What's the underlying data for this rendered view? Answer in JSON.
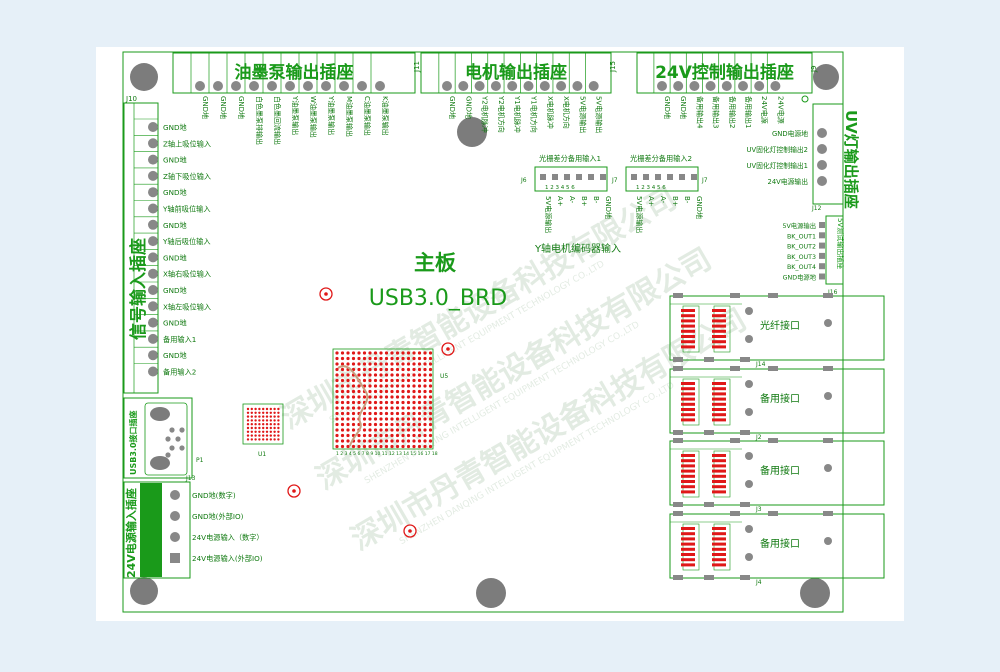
{
  "board": {
    "title": "主板",
    "subtitle": "USB3.0_BRD",
    "watermark_line1": "深圳市丹青智能设备科技有限公司",
    "watermark_line2": "SHENZHEN DANQING INTELLIGENT EQUIPMENT TECHNOLOGY CO.,LTD"
  },
  "top_headers": [
    {
      "title": "油墨泵输出插座",
      "ref": "J11",
      "pins": [
        "GND地",
        "GND地",
        "GND地",
        "白色墨泵排输出",
        "白色墨回流输出",
        "Y油墨泵输出",
        "W油墨泵输出",
        "Y油墨泵输出",
        "M油墨泵输出",
        "C油墨泵输出",
        "K油墨泵输出"
      ]
    },
    {
      "title": "电机输出插座",
      "ref": "J15",
      "pins": [
        "GND地",
        "GND地",
        "Y2电机脉冲",
        "Y2电机方向",
        "Y1电机脉冲",
        "Y1电机方向",
        "X电机脉冲",
        "X电机方向",
        "5V电源输出",
        "5V电源输出"
      ]
    },
    {
      "title": "24V控制输出插座",
      "ref": "J9",
      "pins": [
        "GND地",
        "GND地",
        "备用输出4",
        "备用输出3",
        "备用输出2",
        "备用输出1",
        "24V电源",
        "24V电源"
      ]
    }
  ],
  "left_header": {
    "title": "信号输入插座",
    "ref": "J10",
    "pins": [
      "GND地",
      "Z轴上吸位输入",
      "GND地",
      "Z轴下吸位输入",
      "GND地",
      "Y轴前吸位输入",
      "GND地",
      "Y轴后吸位输入",
      "GND地",
      "X轴右吸位输入",
      "GND地",
      "X轴左吸位输入",
      "GND地",
      "备用输入1",
      "GND地",
      "备用输入2"
    ]
  },
  "usb_conn": {
    "title": "USB3.0接口插座",
    "ref": "P1"
  },
  "power_in": {
    "title": "24V电源输入插座",
    "ref": "J13",
    "pins": [
      "GND地(数字)",
      "GND地(外部IO)",
      "24V电源输入（数字）",
      "24V电源输入(外部IO)"
    ]
  },
  "uv_header": {
    "title": "UV灯输出插座",
    "ref": "J12",
    "pins": [
      "GND电源地",
      "UV固化灯控制输出2",
      "UV固化灯控制输出1",
      "24V电源输出"
    ]
  },
  "bk_header": {
    "title": "5V测试输出插座",
    "ref": "J16",
    "pins": [
      "5V电源输出",
      "BK_OUT1",
      "BK_OUT2",
      "BK_OUT3",
      "BK_OUT4",
      "GND电源地"
    ]
  },
  "encoder": {
    "caption": "Y轴电机编码器输入",
    "inputs": [
      {
        "title": "光栅差分备用输入1",
        "ref": "J6",
        "pins": [
          "5V电源输出",
          "A+",
          "A-",
          "B+",
          "B-",
          "GND地"
        ],
        "nums": "1 2 3 4 5 6"
      },
      {
        "title": "光栅差分备用输入2",
        "ref": "J7",
        "pins": [
          "5V电源输出",
          "A+",
          "A-",
          "B+",
          "B-",
          "GND地"
        ],
        "nums": "1 2 3 4 5 6"
      }
    ]
  },
  "rj45": [
    {
      "label": "光纤接口",
      "ref": "J14"
    },
    {
      "label": "备用接口",
      "ref": "J2"
    },
    {
      "label": "备用接口",
      "ref": "J3"
    },
    {
      "label": "备用接口",
      "ref": "J4"
    }
  ],
  "chips": {
    "small_ref": "U1",
    "big_ref": "U5",
    "big_nums": "1 2 3 4 5 6 7 8 9 10 11 12 13 14 15 16 17 18"
  },
  "colors": {
    "green": "#1a9a1a",
    "dark_green": "#117a11",
    "red": "#e01818",
    "pad": "#888888",
    "grey_hole": "#7c7c7c",
    "bg": "#e6f0f8"
  }
}
